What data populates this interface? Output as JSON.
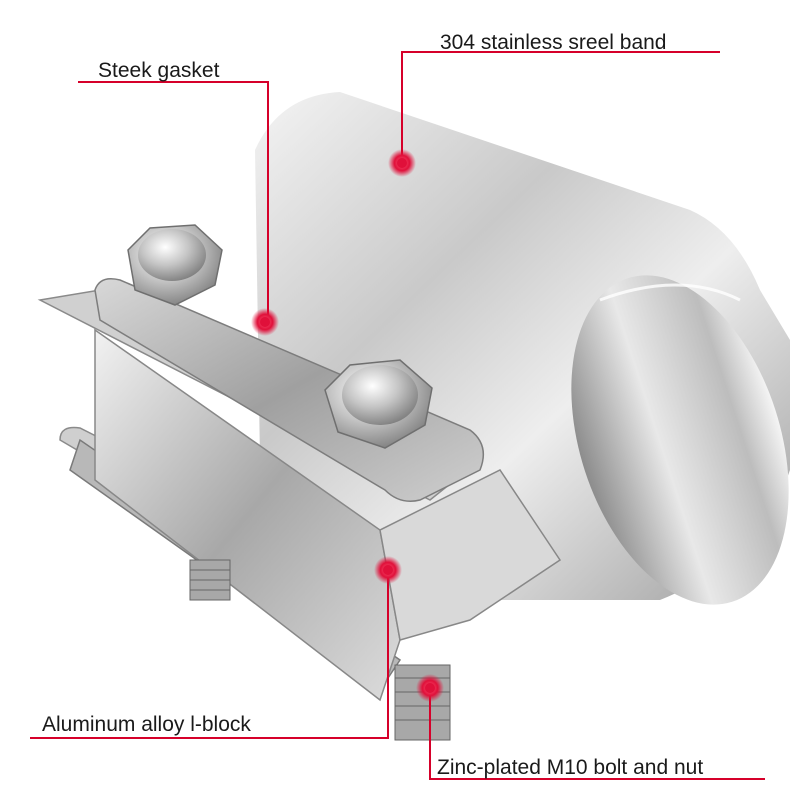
{
  "annotations": {
    "band": "304 stainless sreel band",
    "gasket": "Steek gasket",
    "block": "Aluminum alloy l-block",
    "bolt": "Zinc-plated M10 bolt and nut"
  },
  "colors": {
    "leader_line": "#d6002a",
    "marker": "#e0103a",
    "background": "#ffffff"
  },
  "product": "exhaust-band-clamp"
}
